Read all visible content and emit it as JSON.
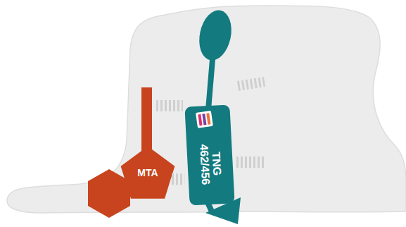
{
  "diagram": {
    "nodes": [
      {
        "text": [
          "MTA"
        ]
      },
      {
        "text": [
          "TNG 462/456"
        ]
      }
    ],
    "edges": [
      {
        "from": 0,
        "to": 1,
        "arrow": "none"
      }
    ]
  }
}
